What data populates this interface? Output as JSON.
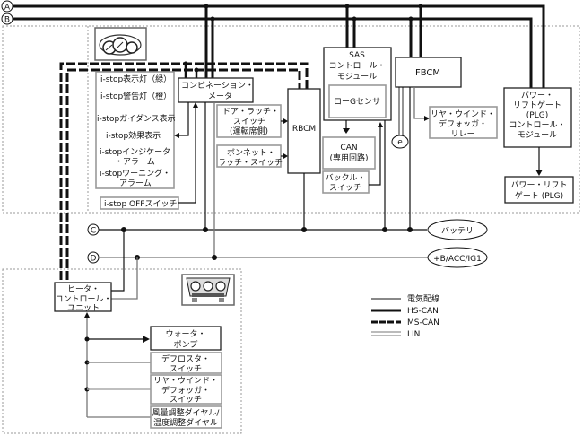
{
  "buses": {
    "A": "A",
    "B": "B",
    "C": "C",
    "D": "D",
    "battery": "バッテリ",
    "ignition": "+B/ACC/IG1",
    "junction_e": "e"
  },
  "modules": {
    "combination_meter": [
      "コンビネーション・",
      "メータ"
    ],
    "rbcm": "RBCM",
    "sas": [
      "SAS",
      "コントロール・",
      "モジュール"
    ],
    "low_g_sensor": "ローGセンサ",
    "can_dedicated": [
      "CAN",
      "(専用回路)"
    ],
    "buckle_switch": [
      "バックル・",
      "スイッチ"
    ],
    "fbcm": "FBCM",
    "rear_defogger_relay": [
      "リヤ・ウインド・",
      "デフォッガ・",
      "リレー"
    ],
    "plg_module": [
      "パワー・",
      "リフトゲート",
      "(PLG)",
      "コントロール・",
      "モジュール"
    ],
    "plg": [
      "パワー・リフト",
      "ゲート (PLG)"
    ],
    "door_latch_switch": [
      "ドア・ラッチ・",
      "スイッチ",
      "(運転席側)"
    ],
    "bonnet_latch_switch": [
      "ボンネット・",
      "ラッチ・スイッチ"
    ],
    "istop_off_switch": "i-stop OFFスイッチ",
    "heater_control_unit": [
      "ヒータ・",
      "コントロール・",
      "ユニット"
    ],
    "water_pump": [
      "ウォータ・",
      "ポンプ"
    ],
    "defroster_switch": [
      "デフロスタ・",
      "スイッチ"
    ],
    "rear_defogger_switch": [
      "リヤ・ウインド・",
      "デフォッガ・",
      "スイッチ"
    ],
    "dials": [
      "風量調整ダイヤル/",
      "温度調整ダイヤル"
    ]
  },
  "istop_items": [
    [
      "i-stop表示灯（緑）"
    ],
    [
      "i-stop警告灯（橙）"
    ],
    [
      "i-stopガイダンス表示"
    ],
    [
      "i-stop効果表示"
    ],
    [
      "i-stopインジケータ",
      "・アラーム"
    ],
    [
      "i-stopワーニング・",
      "アラーム"
    ]
  ],
  "legend": [
    {
      "type": "wire",
      "label": "電気配線"
    },
    {
      "type": "hs-can",
      "label": "HS-CAN"
    },
    {
      "type": "ms-can",
      "label": "MS-CAN"
    },
    {
      "type": "lin",
      "label": "LIN"
    }
  ],
  "icons": {
    "cluster": "instrument-cluster-icon",
    "climate": "climate-panel-icon"
  }
}
